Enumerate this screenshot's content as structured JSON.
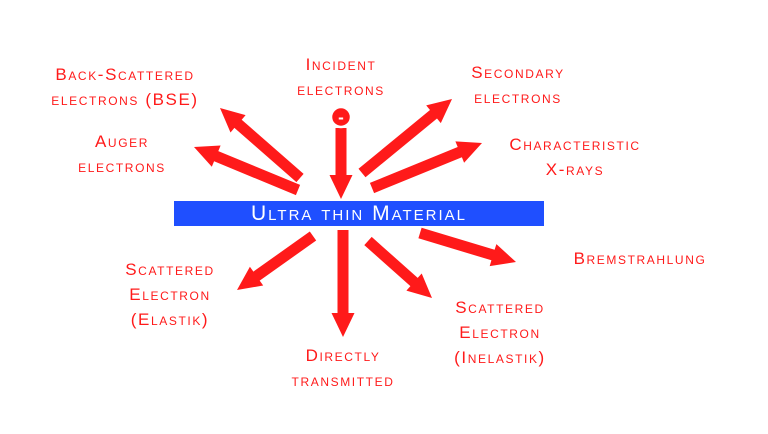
{
  "colors": {
    "arrow": "#ff1a1a",
    "text": "#ff1a1a",
    "material_bar": "#1f4fff",
    "material_text": "#ffffff"
  },
  "material": {
    "label": "Ultra thin Material"
  },
  "electron_symbol": "-",
  "labels": {
    "incident": [
      "Incident",
      "electrons"
    ],
    "bse": [
      "Back-Scattered",
      "electrons (BSE)"
    ],
    "auger": [
      "Auger",
      "electrons"
    ],
    "secondary": [
      "Secondary",
      "electrons"
    ],
    "characteristic": [
      "Characteristic",
      "X-rays"
    ],
    "bremsstrahlung": [
      "Bremstrahlung"
    ],
    "scattered_elastic": [
      "Scattered",
      "Electron",
      "(Elastik)"
    ],
    "directly_transmitted": [
      "Directly",
      "transmitted"
    ],
    "scattered_inelastic": [
      "Scattered",
      "Electron",
      "(Inelastik)"
    ]
  }
}
